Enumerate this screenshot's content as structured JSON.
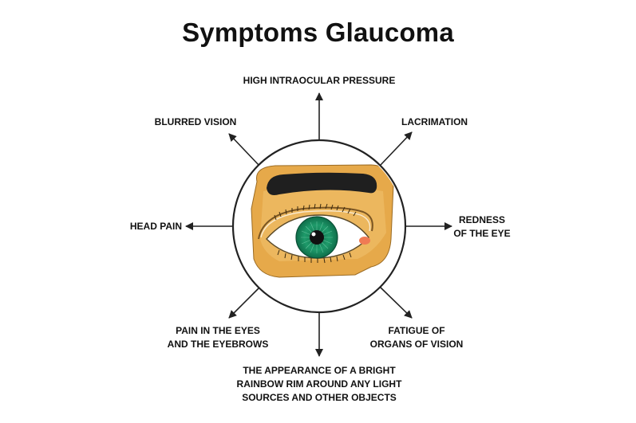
{
  "title": "Symptoms  Glaucoma",
  "symptoms": {
    "top": [
      "HIGH INTRAOCULAR PRESSURE"
    ],
    "top_left": [
      "BLURRED VISION"
    ],
    "top_right": [
      "LACRIMATION"
    ],
    "left": [
      "HEAD PAIN"
    ],
    "right": [
      "REDNESS",
      "OF THE EYE"
    ],
    "bottom_left": [
      "PAIN IN THE EYES",
      "AND THE EYEBROWS"
    ],
    "bottom_right": [
      "FATIGUE OF",
      "ORGANS OF VISION"
    ],
    "bottom": [
      "THE APPEARANCE OF A BRIGHT",
      "RAINBOW RIM AROUND ANY LIGHT",
      "SOURCES AND OTHER OBJECTS"
    ]
  },
  "colors": {
    "skin": "#e6a94a",
    "skin_light": "#f3c877",
    "brow": "#1f1f1f",
    "iris": "#1e9a6a",
    "iris_dark": "#0f6e4a",
    "caruncle": "#f07a54",
    "outline": "#222222",
    "title": "#111111"
  }
}
